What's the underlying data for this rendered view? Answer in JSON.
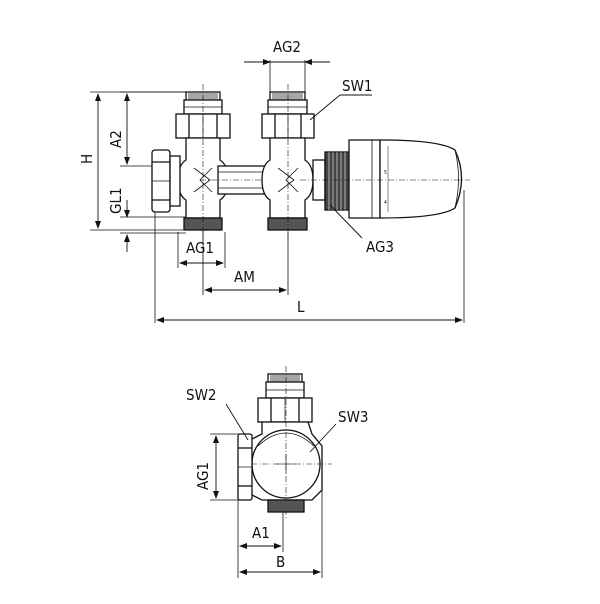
{
  "labels": {
    "ag2": "AG2",
    "sw1": "SW1",
    "h": "H",
    "a2": "A2",
    "gl1": "GL1",
    "ag1_top": "AG1",
    "am": "AM",
    "l": "L",
    "ag3": "AG3",
    "sw2": "SW2",
    "sw3": "SW3",
    "ag1_side": "AG1",
    "a1": "A1",
    "b": "B"
  },
  "thermostat_scale": {
    "mark_5": "5",
    "mark_4": "4"
  }
}
